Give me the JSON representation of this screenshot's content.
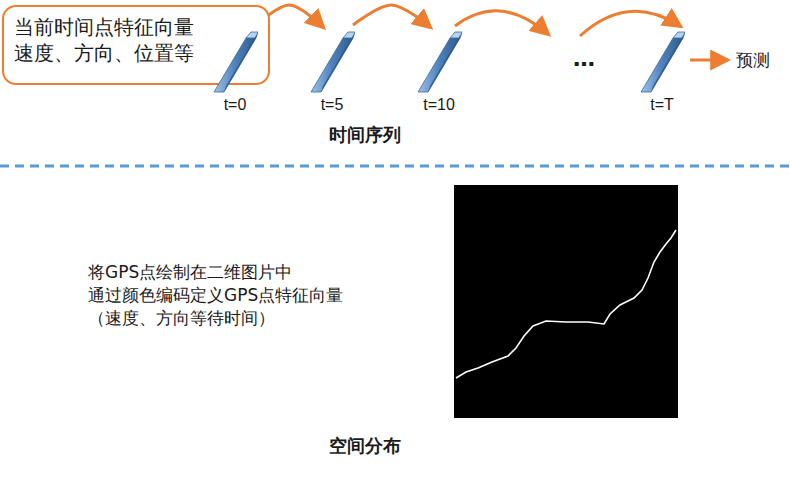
{
  "diagram": {
    "nodes": [
      {
        "text": [
          "当前时间点特征向量 速度、方向、位置等"
        ]
      },
      {
        "text": [
          "t=0"
        ]
      },
      {
        "text": [
          "t=5"
        ]
      },
      {
        "text": [
          "t=10"
        ]
      },
      {
        "text": [
          "t=T"
        ]
      }
    ],
    "edges": [
      {
        "from": 1,
        "to": 2,
        "arrow": "to"
      },
      {
        "from": 2,
        "to": 3,
        "arrow": "to"
      }
    ],
    "labels": [
      "…",
      "预测",
      "时间序列",
      "将GPS点绘制在二维图片中 通过颜色编码定义GPS点特征向量 （速度、方向等待时间）",
      "空间分布"
    ]
  }
}
